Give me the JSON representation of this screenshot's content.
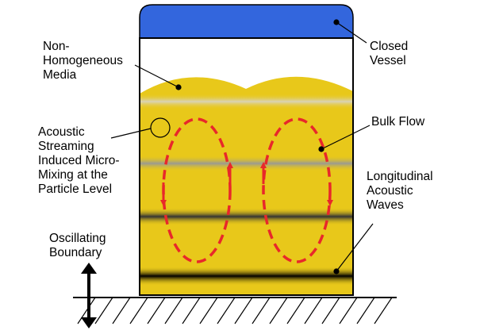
{
  "labels": {
    "media": "Non-\nHomogeneous\nMedia",
    "streaming": "Acoustic\nStreaming\nInduced Micro-\nMixing at the\nParticle Level",
    "oscillating": "Oscillating\nBoundary",
    "vessel": "Closed\nVessel",
    "bulk_flow": "Bulk Flow",
    "waves": "Longitudinal\nAcoustic\nWaves"
  },
  "colors": {
    "lid": "#3366dd",
    "media": "#e8c81a",
    "flow_arrows": "#e8282a",
    "outline": "#000000",
    "background": "#ffffff"
  },
  "icons": {
    "oscillation_arrow": "double-headed-vertical-arrow",
    "ground": "hatched-ground"
  }
}
